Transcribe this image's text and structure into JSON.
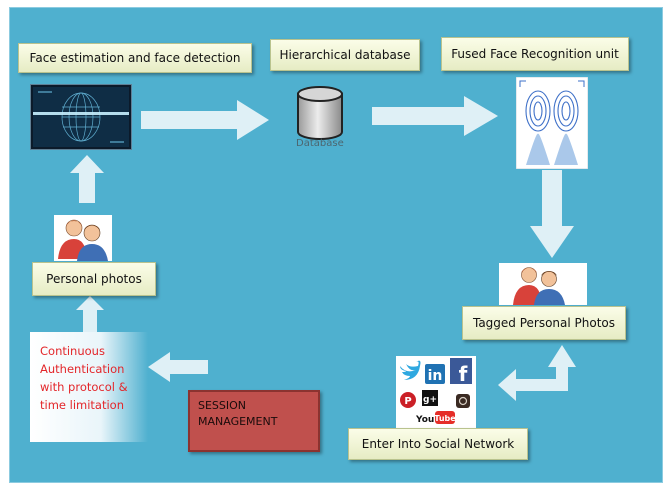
{
  "labels": {
    "face_estimation": "Face estimation and face detection",
    "hierarchical_db": "Hierarchical database",
    "fused_recognition": "Fused Face Recognition unit",
    "personal_photos": "Personal photos",
    "tagged_photos": "Tagged Personal Photos",
    "social_network": "Enter Into Social Network"
  },
  "database_caption": "Database",
  "authentication": {
    "lines": [
      "Continuous",
      "Authentication",
      "with protocol &",
      "time limitation"
    ],
    "text_color": "#e3262a"
  },
  "session": {
    "lines": [
      "SESSION",
      "MANAGEMENT"
    ],
    "fill_color": "#c0504d"
  },
  "icons": [
    "face-scan-icon",
    "database-icon",
    "fingerprint-icon",
    "people-icon",
    "social-media-icon"
  ],
  "social_logos": {
    "twitter": "twitter-logo",
    "linkedin": "in",
    "facebook": "f",
    "pinterest": "P",
    "google_plus": "g+",
    "youtube_you": "You",
    "youtube_tube": "Tube",
    "instagram": "instagram-logo"
  },
  "colors": {
    "background": "#4fb0cf",
    "arrow": "#dff0f6",
    "label_fill": "#f4f7dc"
  }
}
